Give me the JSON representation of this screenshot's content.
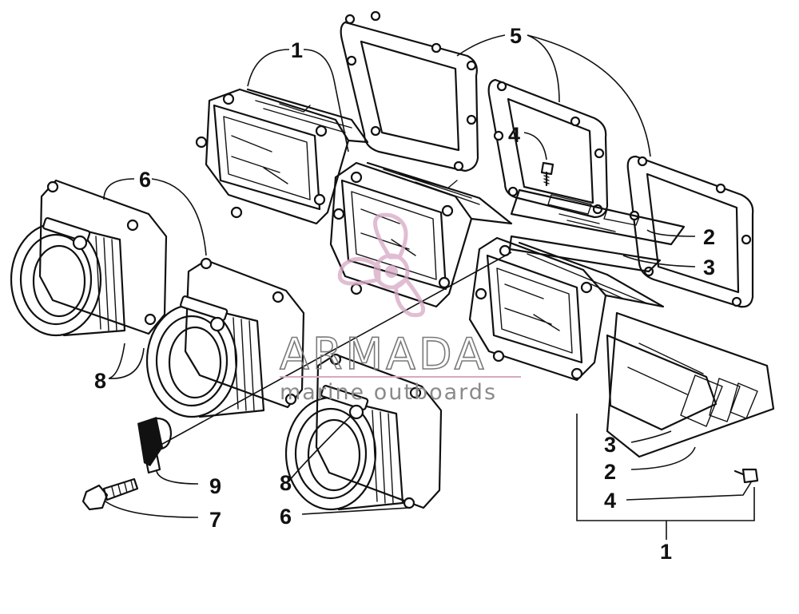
{
  "callouts": {
    "c1_top": "1",
    "c5_top": "5",
    "c4_top": "4",
    "c2_right": "2",
    "c3_right": "3",
    "c6_left": "6",
    "c8_left": "8",
    "c3_bottom": "3",
    "c2_bottom": "2",
    "c4_bottom": "4",
    "c1_bottom": "1",
    "c9": "9",
    "c8_mid": "8",
    "c7": "7",
    "c6_bottom": "6"
  },
  "watermark": {
    "title": "ARMADA",
    "subtitle": "marine outboards",
    "accent_color": "#d6a8c4"
  }
}
